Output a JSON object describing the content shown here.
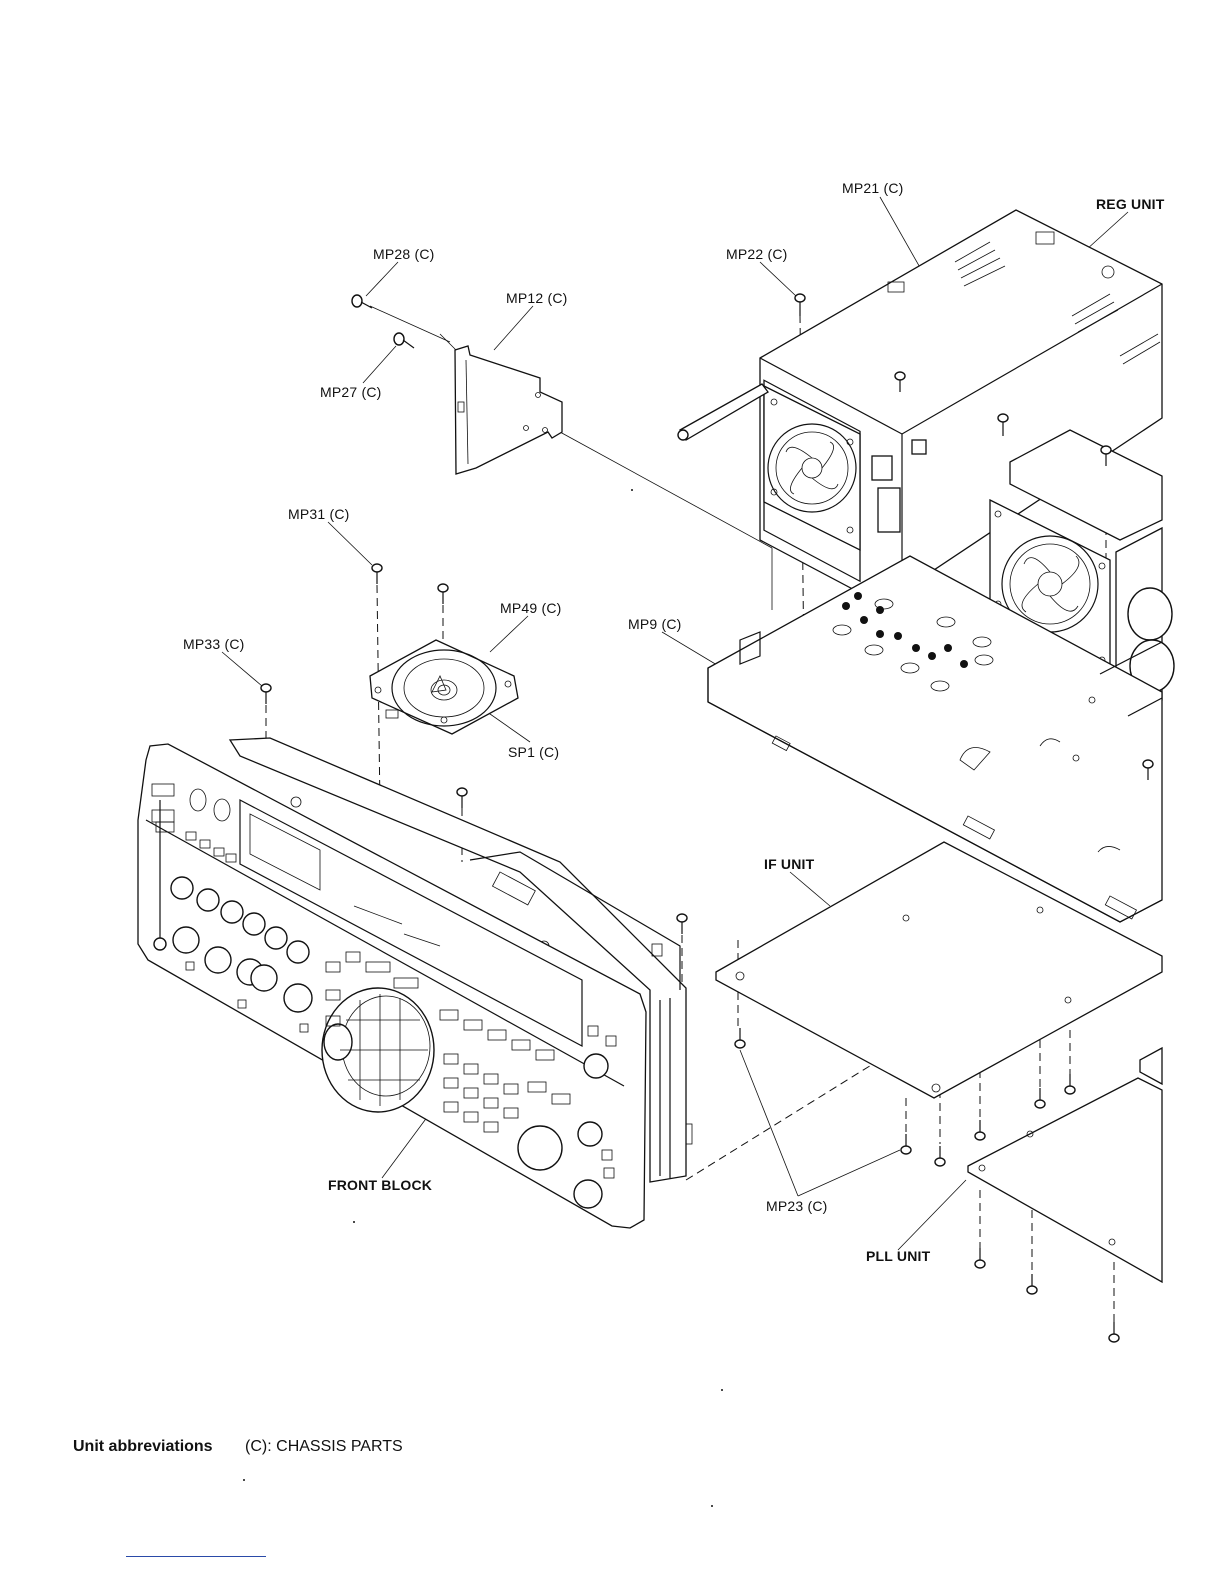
{
  "labels": {
    "mp21": "MP21 (C)",
    "reg_unit": "REG UNIT",
    "mp28": "MP28 (C)",
    "mp22": "MP22 (C)",
    "mp12": "MP12 (C)",
    "mp27": "MP27 (C)",
    "mp31": "MP31 (C)",
    "mp49": "MP49 (C)",
    "mp9": "MP9 (C)",
    "mp33": "MP33 (C)",
    "sp1": "SP1 (C)",
    "if_unit": "IF UNIT",
    "front_block": "FRONT BLOCK",
    "mp23": "MP23 (C)",
    "pll_unit": "PLL UNIT"
  },
  "legend": {
    "title": "Unit abbreviations",
    "entry": "(C): CHASSIS  PARTS"
  }
}
